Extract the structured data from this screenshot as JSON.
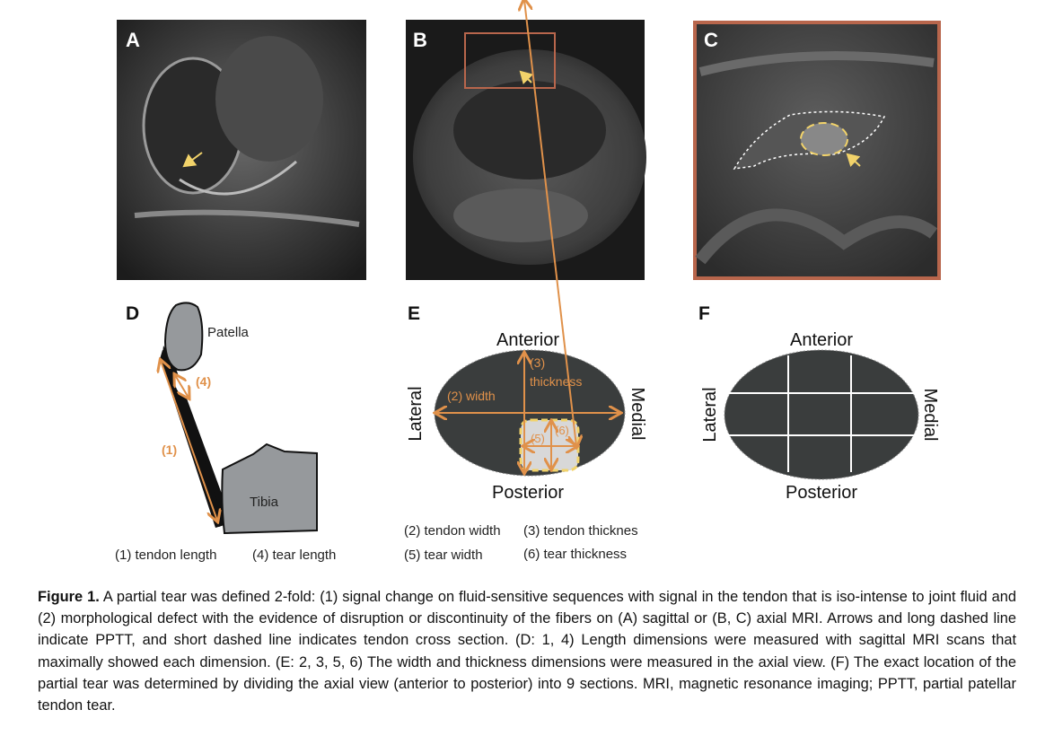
{
  "panels": {
    "a": {
      "label": "A"
    },
    "b": {
      "label": "B"
    },
    "c": {
      "label": "C"
    },
    "d": {
      "label": "D",
      "patella": "Patella",
      "tibia": "Tibia",
      "m1": "(1)",
      "m4": "(4)",
      "legend": [
        "(1) tendon length",
        "(4) tear length"
      ]
    },
    "e": {
      "label": "E",
      "anterior": "Anterior",
      "posterior": "Posterior",
      "lateral": "Lateral",
      "medial": "Medial",
      "width": "(2) width",
      "thick_num": "(3)",
      "thick": "thickness",
      "m5": "(5)",
      "m6": "(6)",
      "legend": [
        "(2) tendon width",
        "(3) tendon thicknes",
        "(5) tear width",
        "(6) tear thickness"
      ]
    },
    "f": {
      "label": "F",
      "anterior": "Anterior",
      "posterior": "Posterior",
      "lateral": "Lateral",
      "medial": "Medial"
    }
  },
  "caption": {
    "title": "Figure 1.",
    "text": " A partial tear was defined 2-fold: (1) signal change on fluid-sensitive sequences with signal in the tendon that is iso-intense to joint fluid and (2) morphological defect with the evidence of disruption or discontinuity of the fibers on (A) sagittal or (B, C) axial MRI. Arrows and long dashed line indicate PPTT, and short dashed line indicates tendon cross section. (D: 1, 4) Length dimensions were measured with sagittal MRI scans that maximally showed each dimension. (E: 2, 3, 5, 6) The width and thickness dimensions were measured in the axial view. (F) The exact location of the partial tear was determined by dividing the axial view (anterior to posterior) into 9 sections. MRI, magnetic resonance imaging; PPTT, partial patellar tendon tear."
  },
  "colors": {
    "orange": "#e0914a",
    "yellow": "#f2d36a",
    "frame": "#b8664c",
    "dark": "#3a3d3d",
    "bone": "#96999c"
  }
}
